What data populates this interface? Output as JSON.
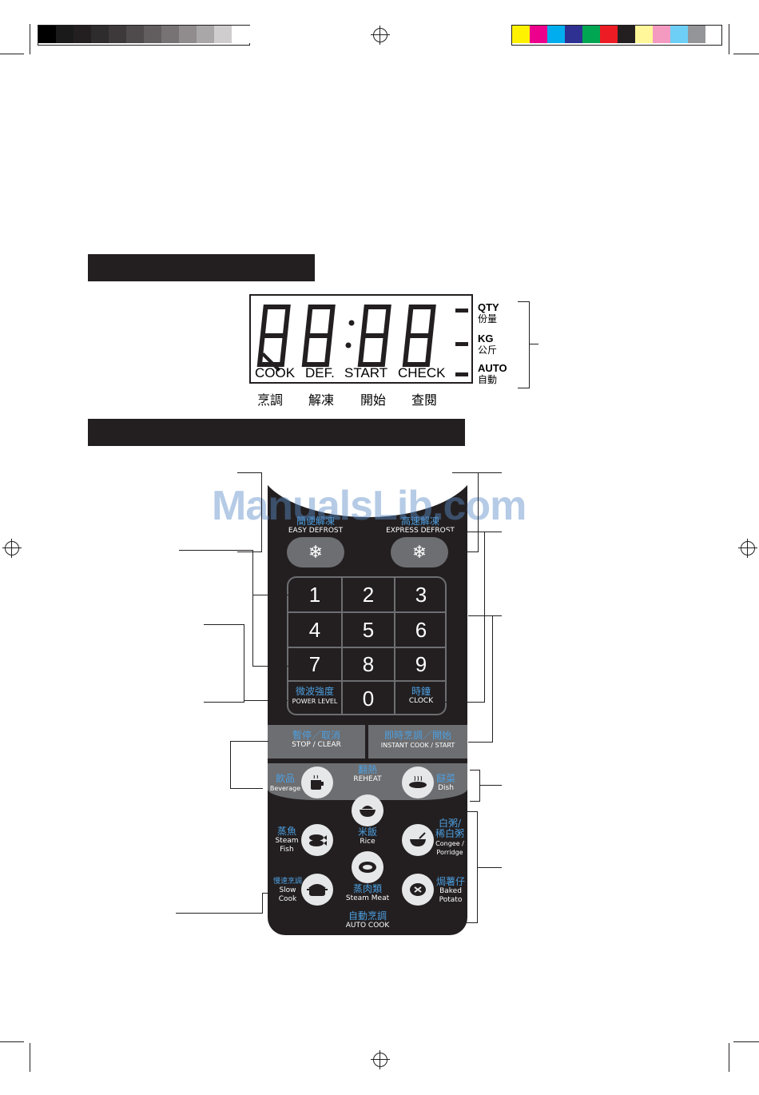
{
  "grayscale_swatches": [
    "#000000",
    "#1a1a1a",
    "#231f20",
    "#2f2c2d",
    "#3d393a",
    "#4f4b4c",
    "#625e5f",
    "#777374",
    "#908c8d",
    "#aaa7a8",
    "#cfcdcd",
    "#ffffff"
  ],
  "color_swatches": [
    "#fff200",
    "#ec008c",
    "#00aeef",
    "#2e3192",
    "#00a651",
    "#ed1c24",
    "#231f20",
    "#fff799",
    "#f49ac1",
    "#6dcff6",
    "#939598"
  ],
  "display": {
    "digits": "88:88",
    "labels": [
      "COOK",
      "DEF.",
      "START",
      "CHECK"
    ],
    "labels_cn": [
      "烹調",
      "解凍",
      "開始",
      "查閱"
    ],
    "indicators": [
      {
        "en": "QTY",
        "cn": "份量"
      },
      {
        "en": "KG",
        "cn": "公斤"
      },
      {
        "en": "AUTO",
        "cn": "自動"
      }
    ]
  },
  "watermark": "ManualsLib.com",
  "panel": {
    "easy_defrost": {
      "cn": "簡便解凍",
      "en": "EASY DEFROST"
    },
    "express_defrost": {
      "cn": "高速解凍",
      "en": "EXPRESS DEFROST"
    },
    "snowflake": "❄",
    "keys": [
      "1",
      "2",
      "3",
      "4",
      "5",
      "6",
      "7",
      "8",
      "9",
      "0"
    ],
    "power_level": {
      "cn": "微波強度",
      "en": "POWER LEVEL"
    },
    "clock": {
      "cn": "時鐘",
      "en": "CLOCK"
    },
    "stop_clear": {
      "cn": "暫停／取消",
      "en": "STOP / CLEAR"
    },
    "instant_cook": {
      "cn": "即時烹調／開始",
      "en": "INSTANT COOK / START"
    },
    "reheat": {
      "cn": "翻熱",
      "en": "REHEAT"
    },
    "beverage": {
      "cn": "飲品",
      "en": "Beverage"
    },
    "dish": {
      "cn": "餸菜",
      "en": "Dish"
    },
    "rice": {
      "cn": "米飯",
      "en": "Rice"
    },
    "steam_fish": {
      "cn": "蒸魚",
      "en1": "Steam",
      "en2": "Fish"
    },
    "congee": {
      "cn1": "白粥/",
      "cn2": "稀白粥",
      "en1": "Congee /",
      "en2": "Porridge"
    },
    "steam_meat": {
      "cn": "蒸肉類",
      "en": "Steam Meat"
    },
    "slow_cook": {
      "cn": "慢速烹調",
      "en1": "Slow",
      "en2": "Cook"
    },
    "baked_potato": {
      "cn": "焗薯仔",
      "en1": "Baked",
      "en2": "Potato"
    },
    "auto_cook": {
      "cn": "自動烹調",
      "en": "AUTO COOK"
    }
  }
}
